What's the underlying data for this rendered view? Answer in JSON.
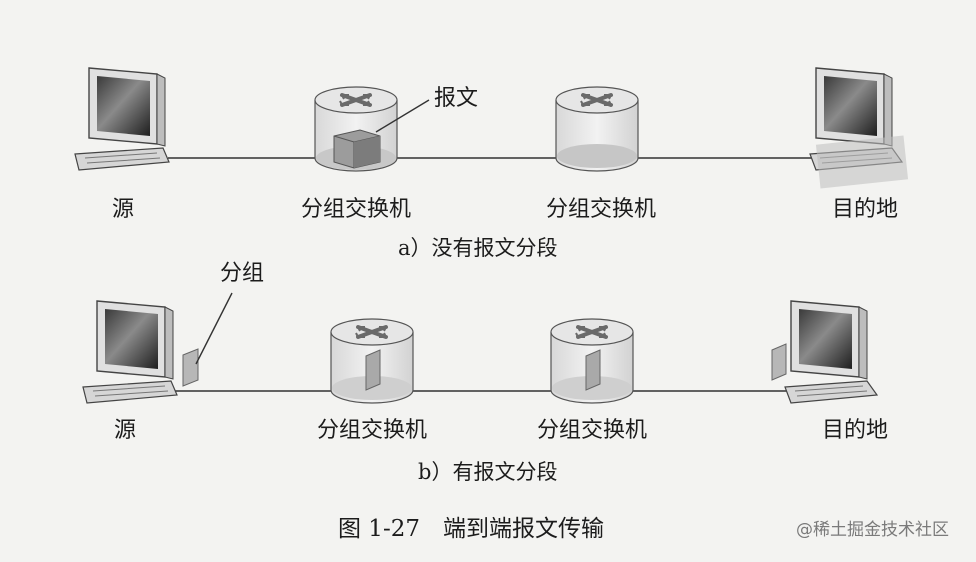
{
  "panel_a": {
    "source_label": "源",
    "switch1_label": "分组交换机",
    "switch2_label": "分组交换机",
    "dest_label": "目的地",
    "message_label": "报文",
    "caption": "a）没有报文分段"
  },
  "panel_b": {
    "source_label": "源",
    "packet_label": "分组",
    "switch1_label": "分组交换机",
    "switch2_label": "分组交换机",
    "dest_label": "目的地",
    "caption": "b）有报文分段"
  },
  "figure_caption": "图 1-27　端到端报文传输",
  "watermark": "@稀土掘金技术社区",
  "colors": {
    "line": "#333333",
    "shade": "#c9c9c9",
    "screen": "#2a2a2a",
    "packet": "#b7b7b7"
  }
}
